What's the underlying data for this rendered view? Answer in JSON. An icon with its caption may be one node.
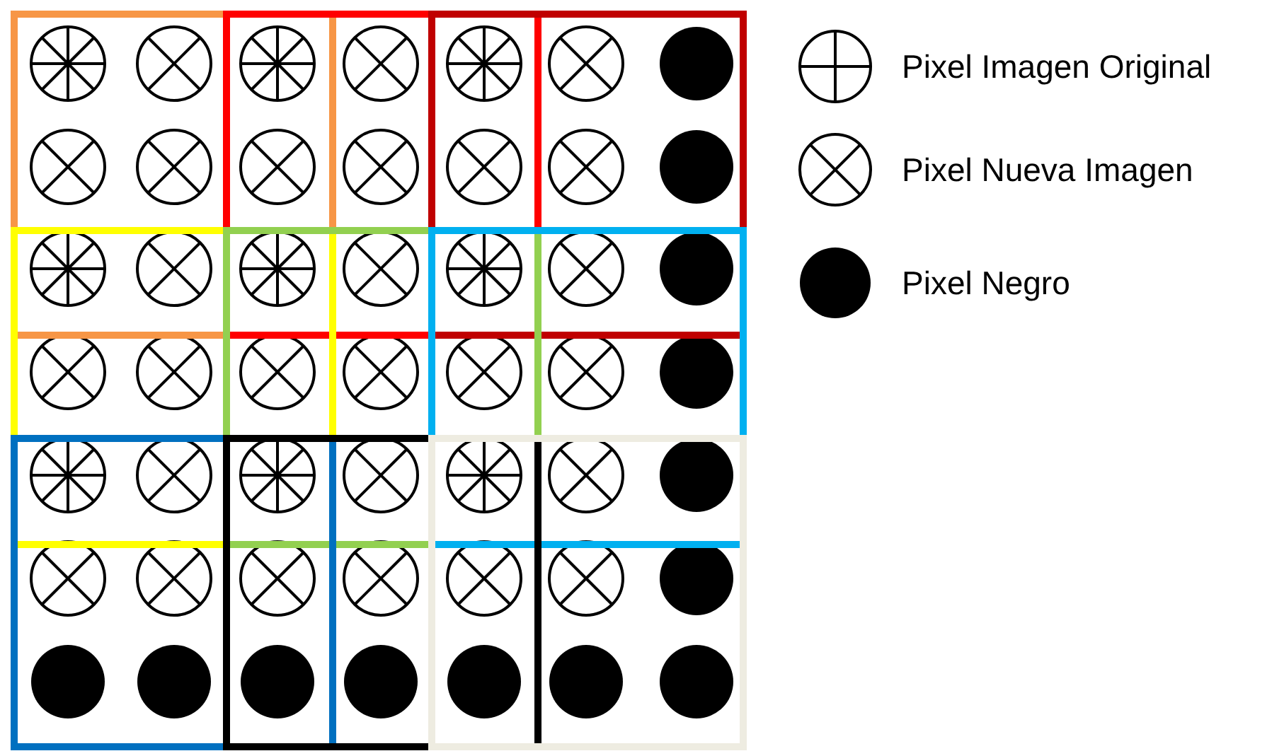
{
  "diagram": {
    "legend": [
      {
        "text": "Pixel Imagen Original"
      },
      {
        "text": "Pixel Nueva Imagen"
      },
      {
        "text": "Pixel Negro"
      }
    ]
  }
}
